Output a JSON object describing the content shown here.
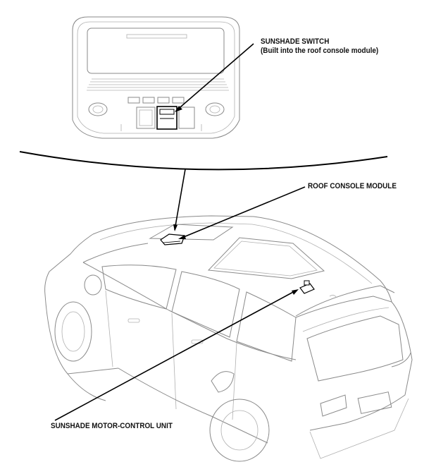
{
  "labels": {
    "sunshade_switch": "SUNSHADE SWITCH",
    "sunshade_switch_note": "(Built into the roof console module)",
    "roof_console_module": "ROOF CONSOLE MODULE",
    "sunshade_motor_control_unit": "SUNSHADE MOTOR-CONTROL UNIT"
  },
  "colors": {
    "leader_line": "#000000",
    "outline": "#8a8a8a",
    "text": "#111111"
  }
}
